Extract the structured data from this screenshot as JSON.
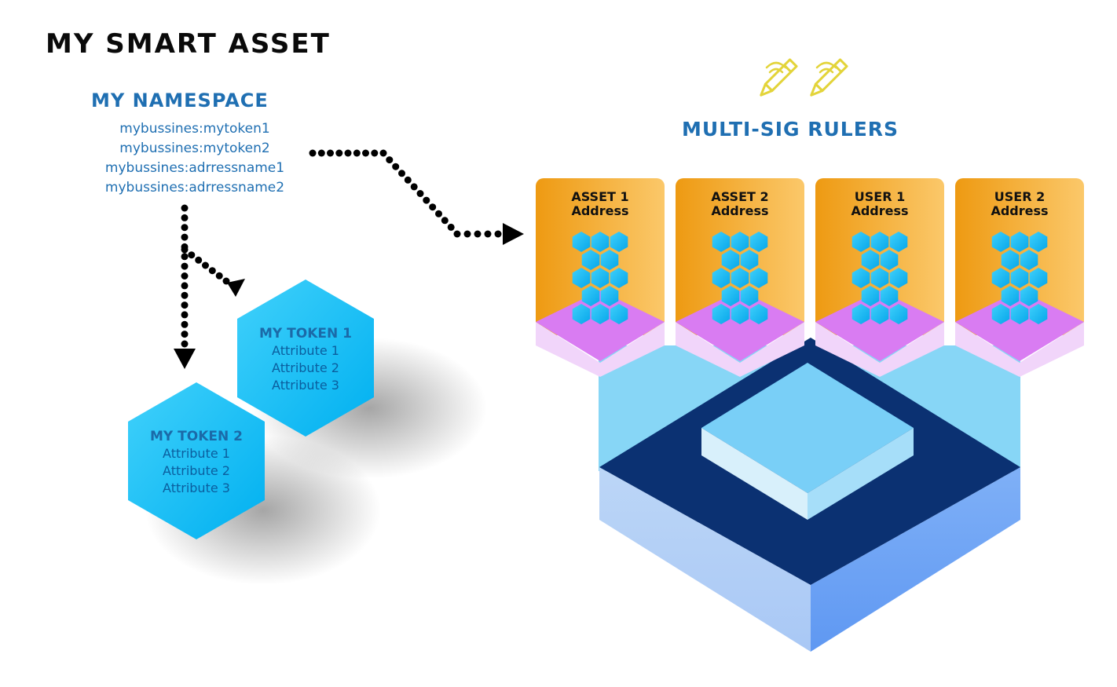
{
  "title": "MY SMART ASSET",
  "namespace": {
    "heading": "MY NAMESPACE",
    "items": [
      "mybussines:mytoken1",
      "mybussines:mytoken2",
      "mybussines:adrressname1",
      "mybussines:adrressname2"
    ]
  },
  "multisig": {
    "heading": "MULTI-SIG RULERS",
    "cards": [
      {
        "line1": "ASSET 1",
        "line2": "Address"
      },
      {
        "line1": "ASSET 2",
        "line2": "Address"
      },
      {
        "line1": "USER 1",
        "line2": "Address"
      },
      {
        "line1": "USER 2",
        "line2": "Address"
      }
    ]
  },
  "tokens": [
    {
      "name": "MY TOKEN 1",
      "attributes": [
        "Attribute 1",
        "Attribute 2",
        "Attribute 3"
      ]
    },
    {
      "name": "MY TOKEN 2",
      "attributes": [
        "Attribute 1",
        "Attribute 2",
        "Attribute 3"
      ]
    }
  ],
  "colors": {
    "accent_blue": "#1f6fb2",
    "card_orange": "#f2a01a",
    "card_purple": "#d97cf2",
    "hex_blue": "#19b3ef",
    "platform_dark": "#0b3172",
    "pen_yellow": "#e3d43a"
  },
  "icons": [
    "signing-pen-icon",
    "signing-pen-icon"
  ]
}
